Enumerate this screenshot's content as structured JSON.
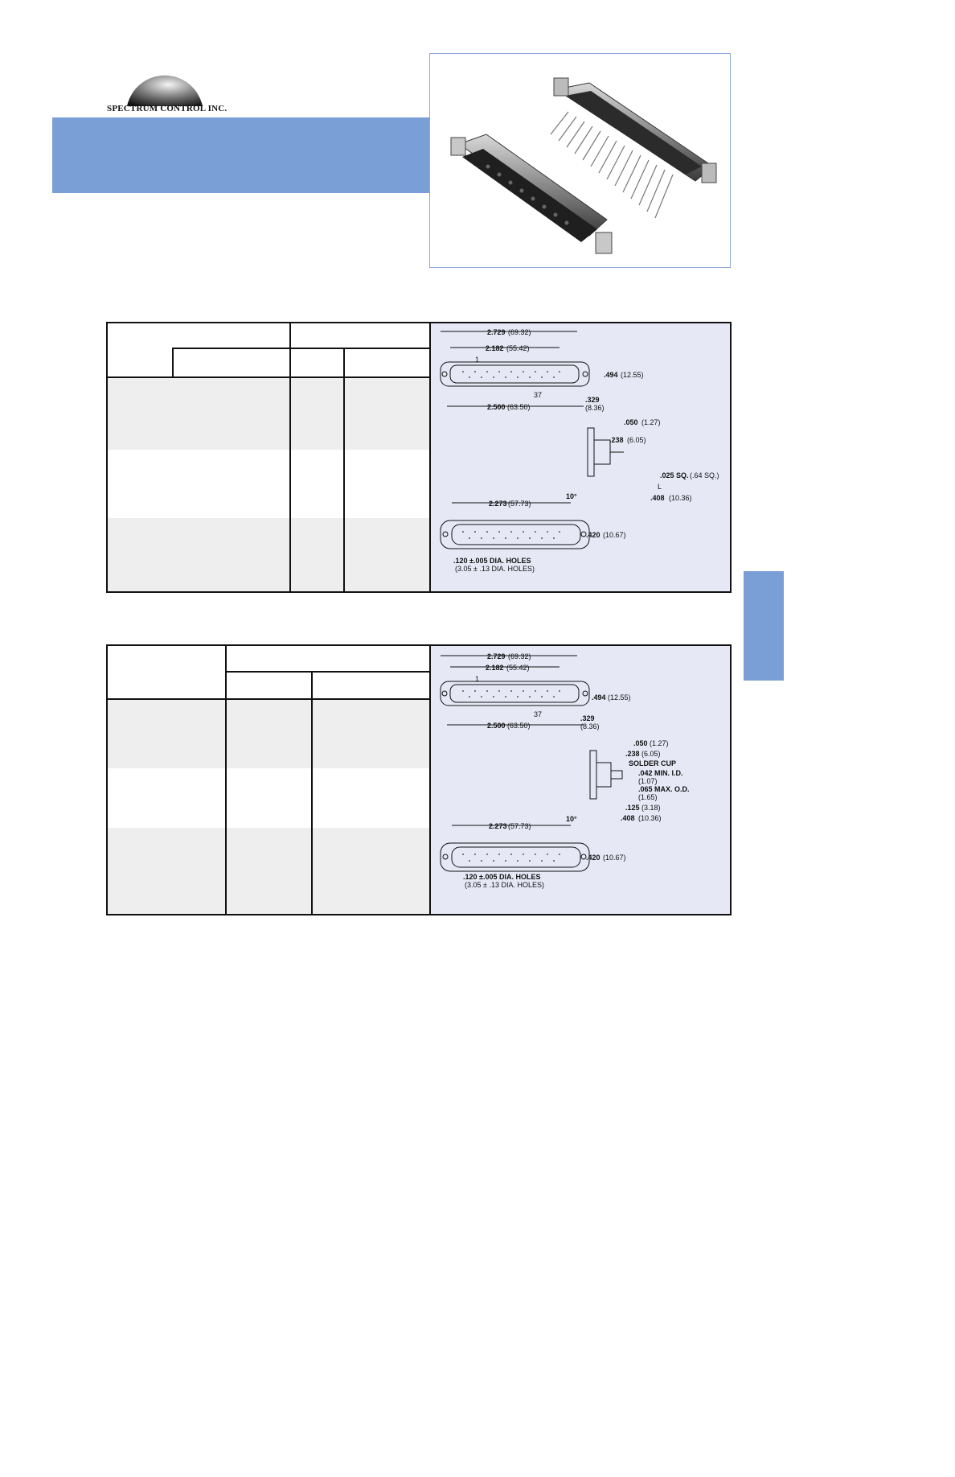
{
  "brand": {
    "name": "SPECTRUM CONTROL INC."
  },
  "colors": {
    "accent": "#7a9fd6",
    "panel": "#e6e8f6",
    "row_shade": "#eeeeee"
  },
  "drawing1": {
    "overall_width": "2.729",
    "overall_width_mm": "(69.32)",
    "shell_width": "2.182",
    "shell_width_mm": "(55.42)",
    "pin1": "1",
    "height": ".494",
    "height_mm": "(12.55)",
    "pin37": "37",
    "mount_spacing": "2.500",
    "mount_spacing_mm": "(63.50)",
    "depth": ".329",
    "depth_mm": "(8.36)",
    "flange": ".050",
    "flange_mm": "(1.27)",
    "body": ".238",
    "body_mm": "(6.05)",
    "pin_sq": ".025 SQ.",
    "pin_sq_mm": "(.64 SQ.)",
    "pin_len": "L",
    "overall_depth": ".408",
    "overall_depth_mm": "(10.36)",
    "face_width": "2.273",
    "face_width_mm": "(57.73)",
    "angle": "10°",
    "face_height": ".420",
    "face_height_mm": "(10.67)",
    "holes": ".120 ±.005 DIA. HOLES",
    "holes_mm": "(3.05 ± .13 DIA. HOLES)"
  },
  "drawing2": {
    "overall_width": "2.729",
    "overall_width_mm": "(69.32)",
    "shell_width": "2.182",
    "shell_width_mm": "(55.42)",
    "pin1": "1",
    "height": ".494",
    "height_mm": "(12.55)",
    "pin37": "37",
    "mount_spacing": "2.500",
    "mount_spacing_mm": "(63.50)",
    "depth": ".329",
    "depth_mm": "(8.36)",
    "flange": ".050",
    "flange_mm": "(1.27)",
    "body": ".238",
    "body_mm": "(6.05)",
    "solder_cup": "SOLDER CUP",
    "cup_id": ".042 MIN. I.D.",
    "cup_id_mm": "(1.07)",
    "cup_od": ".065 MAX. O.D.",
    "cup_od_mm": "(1.65)",
    "cup_len": ".125",
    "cup_len_mm": "(3.18)",
    "overall_depth": ".408",
    "overall_depth_mm": "(10.36)",
    "face_width": "2.273",
    "face_width_mm": "(57.73)",
    "angle": "10°",
    "face_height": ".420",
    "face_height_mm": "(10.67)",
    "holes": ".120 ±.005 DIA. HOLES",
    "holes_mm": "(3.05 ± .13 DIA. HOLES)"
  }
}
